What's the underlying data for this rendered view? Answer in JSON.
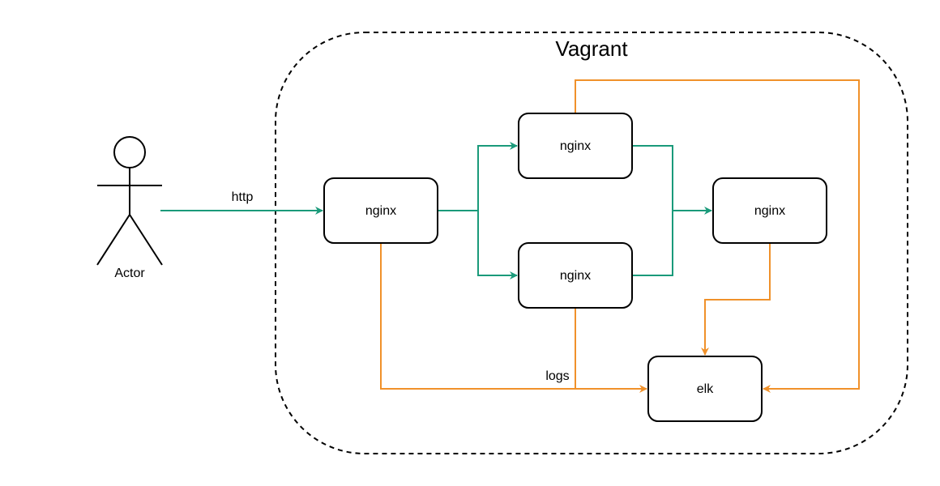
{
  "diagram": {
    "container_title": "Vagrant",
    "actor_label": "Actor",
    "edge_label_http": "http",
    "edge_label_logs": "logs",
    "nodes": {
      "entry": "nginx",
      "upper": "nginx",
      "lower": "nginx",
      "right": "nginx",
      "elk": "elk"
    }
  },
  "colors": {
    "http_flow": "#1a9a7a",
    "log_flow": "#f0912a",
    "stroke": "#000000"
  }
}
